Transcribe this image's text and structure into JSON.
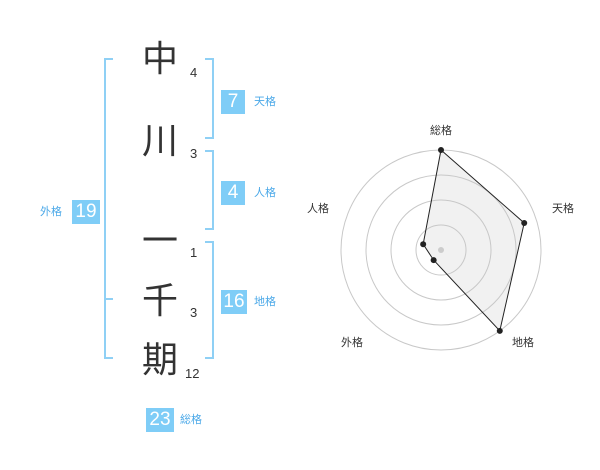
{
  "name": {
    "characters": [
      {
        "char": "中",
        "strokes": "4"
      },
      {
        "char": "川",
        "strokes": "3"
      },
      {
        "char": "一",
        "strokes": "1"
      },
      {
        "char": "千",
        "strokes": "3"
      },
      {
        "char": "期",
        "strokes": "12"
      }
    ]
  },
  "fortune": {
    "ten": {
      "label": "天格",
      "value": "7"
    },
    "jin": {
      "label": "人格",
      "value": "4"
    },
    "chi": {
      "label": "地格",
      "value": "16"
    },
    "gai": {
      "label": "外格",
      "value": "19"
    },
    "sou": {
      "label": "総格",
      "value": "23"
    }
  },
  "radar": {
    "axes": [
      "総格",
      "天格",
      "地格",
      "外格",
      "人格"
    ],
    "levels": 4,
    "values": [
      4,
      3.5,
      4,
      0.5,
      0.75
    ],
    "max": 4
  },
  "colors": {
    "accent": "#7fcdf7",
    "accent_text": "#4aa8e8",
    "bracket": "#8fd0f5",
    "text": "#333333"
  }
}
